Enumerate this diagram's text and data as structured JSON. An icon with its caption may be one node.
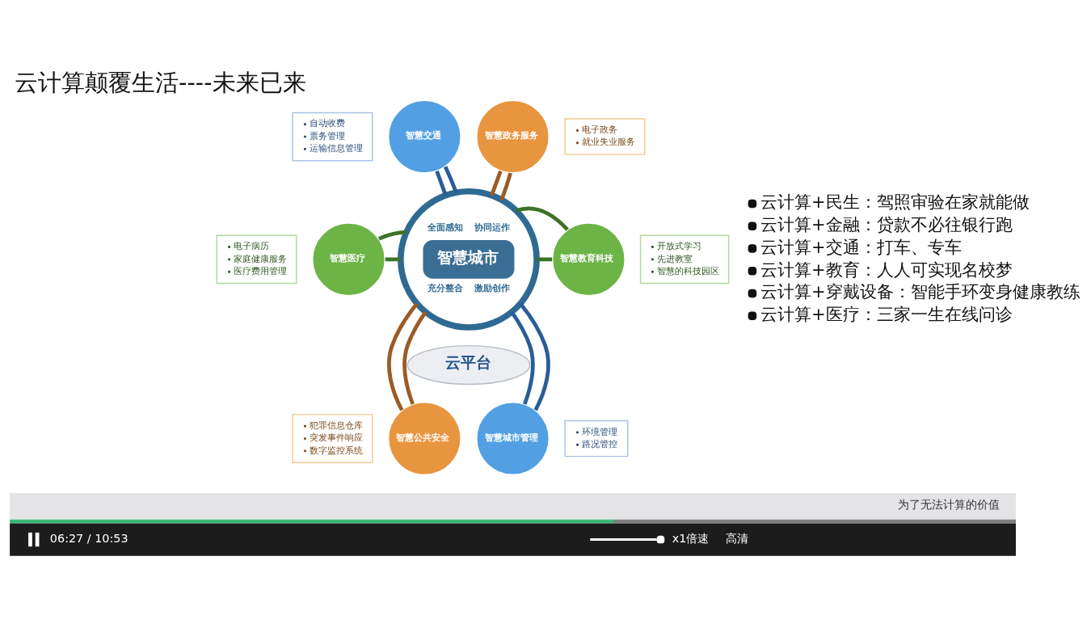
{
  "diagram": {
    "title": "云计算颠覆生活----未来已来",
    "nodes": [
      {
        "text": [
          "自动收费",
          "票务管理",
          "运输信息管理"
        ]
      },
      {
        "text": [
          "智慧交通"
        ]
      },
      {
        "text": [
          "智慧政务服务"
        ]
      },
      {
        "text": [
          "电子政务",
          "就业失业服务"
        ]
      },
      {
        "text": [
          "电子病历",
          "家庭健康服务",
          "医疗费用管理"
        ]
      },
      {
        "text": [
          "智慧医疗"
        ]
      },
      {
        "text": [
          "全面感知",
          "协同运作",
          "智慧城市",
          "充分整合",
          "激励创作"
        ]
      },
      {
        "text": [
          "智慧教育科技"
        ]
      },
      {
        "text": [
          "开放式学习",
          "先进教室",
          "智慧的科技园区"
        ]
      },
      {
        "text": [
          "云平台"
        ]
      },
      {
        "text": [
          "犯罪信息仓库",
          "突发事件响应",
          "数字监控系统"
        ]
      },
      {
        "text": [
          "智慧公共安全"
        ]
      },
      {
        "text": [
          "智慧城市管理"
        ]
      },
      {
        "text": [
          "环境管理",
          "路况管控"
        ]
      }
    ],
    "edges": [
      {
        "from": 6,
        "to": 1,
        "arrow": "none",
        "color": "#2a5d97"
      },
      {
        "from": 6,
        "to": 1,
        "arrow": "none",
        "color": "#2a5d97"
      },
      {
        "from": 6,
        "to": 2,
        "arrow": "none",
        "color": "#9b5b26"
      },
      {
        "from": 6,
        "to": 2,
        "arrow": "none",
        "color": "#9b5b26"
      },
      {
        "from": 6,
        "to": 5,
        "arrow": "none",
        "color": "#3d7228"
      },
      {
        "from": 6,
        "to": 5,
        "arrow": "none",
        "color": "#3d7228"
      },
      {
        "from": 6,
        "to": 7,
        "arrow": "none",
        "color": "#3d7228"
      },
      {
        "from": 6,
        "to": 7,
        "arrow": "none",
        "color": "#3d7228"
      },
      {
        "from": 6,
        "to": 11,
        "arrow": "none",
        "color": "#9b5b26"
      },
      {
        "from": 6,
        "to": 11,
        "arrow": "none",
        "color": "#9b5b26"
      },
      {
        "from": 6,
        "to": 12,
        "arrow": "none",
        "color": "#2a5d97"
      },
      {
        "from": 6,
        "to": 12,
        "arrow": "none",
        "color": "#2a5d97"
      }
    ],
    "labels": [
      "云计算+民生：驾照审验在家就能做",
      "云计算+金融：贷款不必往银行跑",
      "云计算+交通：打车、专车",
      "云计算+教育：人人可实现名校梦",
      "云计算+穿戴设备：智能手环变身健康教练",
      "云计算+医疗：三家一生在线问诊",
      "为了无法计算的价值",
      "06:27 / 10:53",
      "x1倍速",
      "高清"
    ]
  }
}
